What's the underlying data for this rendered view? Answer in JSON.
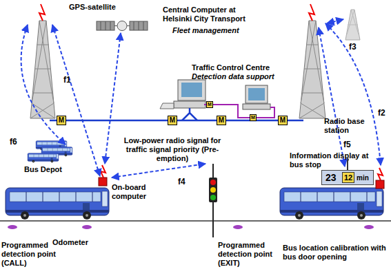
{
  "diagram": {
    "nodes": [
      {
        "text": [
          "M"
        ]
      },
      {
        "text": [
          "M"
        ]
      },
      {
        "text": [
          "M"
        ]
      },
      {
        "text": [
          "M"
        ]
      },
      {
        "text": [
          "M"
        ]
      },
      {
        "text": [
          "M"
        ]
      },
      {
        "text": [
          "23",
          "min"
        ]
      },
      {
        "text": [
          "12"
        ],
        "in": 6
      }
    ],
    "edges": [
      {
        "from": 0,
        "to": 1,
        "arrow": "none"
      },
      {
        "from": 2,
        "to": 3,
        "arrow": "none"
      },
      {
        "from": 3,
        "to": 4,
        "arrow": "none"
      },
      {
        "from": 4,
        "to": 5,
        "arrow": "none"
      }
    ],
    "labels": [
      "GPS-satellite",
      "Central Computer at Helsinki City Transport",
      "Fleet management",
      "Traffic Control Centre",
      "Detection data support",
      "f1",
      "f3",
      "f6",
      "Low-power radio signal for traffic signal priority (Pre-emption)",
      "Radio base station",
      "f2",
      "f5",
      "Information display at bus stop",
      "Bus Depot",
      "On-board computer",
      "f4",
      "Odometer",
      "Programmed detection point (CALL)",
      "Programmed detection point (EXIT)",
      "Bus location calibration with bus door opening"
    ]
  }
}
